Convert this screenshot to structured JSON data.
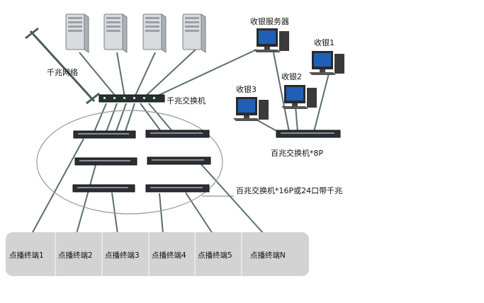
{
  "labels": {
    "gigabit_network": "千兆网络",
    "gigabit_switch": "千兆交换机",
    "cashier_server": "收银服务器",
    "cashier_1": "收银1",
    "cashier_2": "收银2",
    "cashier_3": "收银3",
    "fast_switch_8p": "百兆交换机*8P",
    "fast_switch_16p": "百兆交换机*16P或24口带千兆"
  },
  "terminals": [
    "点播终端1",
    "点播终端2",
    "点播终端3",
    "点播终端4",
    "点播终端5",
    "点播终端N"
  ],
  "colors": {
    "cable": "#5a6f6f",
    "switch_body": "#2b2f33",
    "server_body": "#d9dcdf",
    "terminal_bg": "#d3d3d3",
    "monitor_screen": "#1f5fb8"
  },
  "icons": {
    "server": "server-tower-icon",
    "switch": "network-switch-icon",
    "pc": "desktop-pc-icon"
  }
}
